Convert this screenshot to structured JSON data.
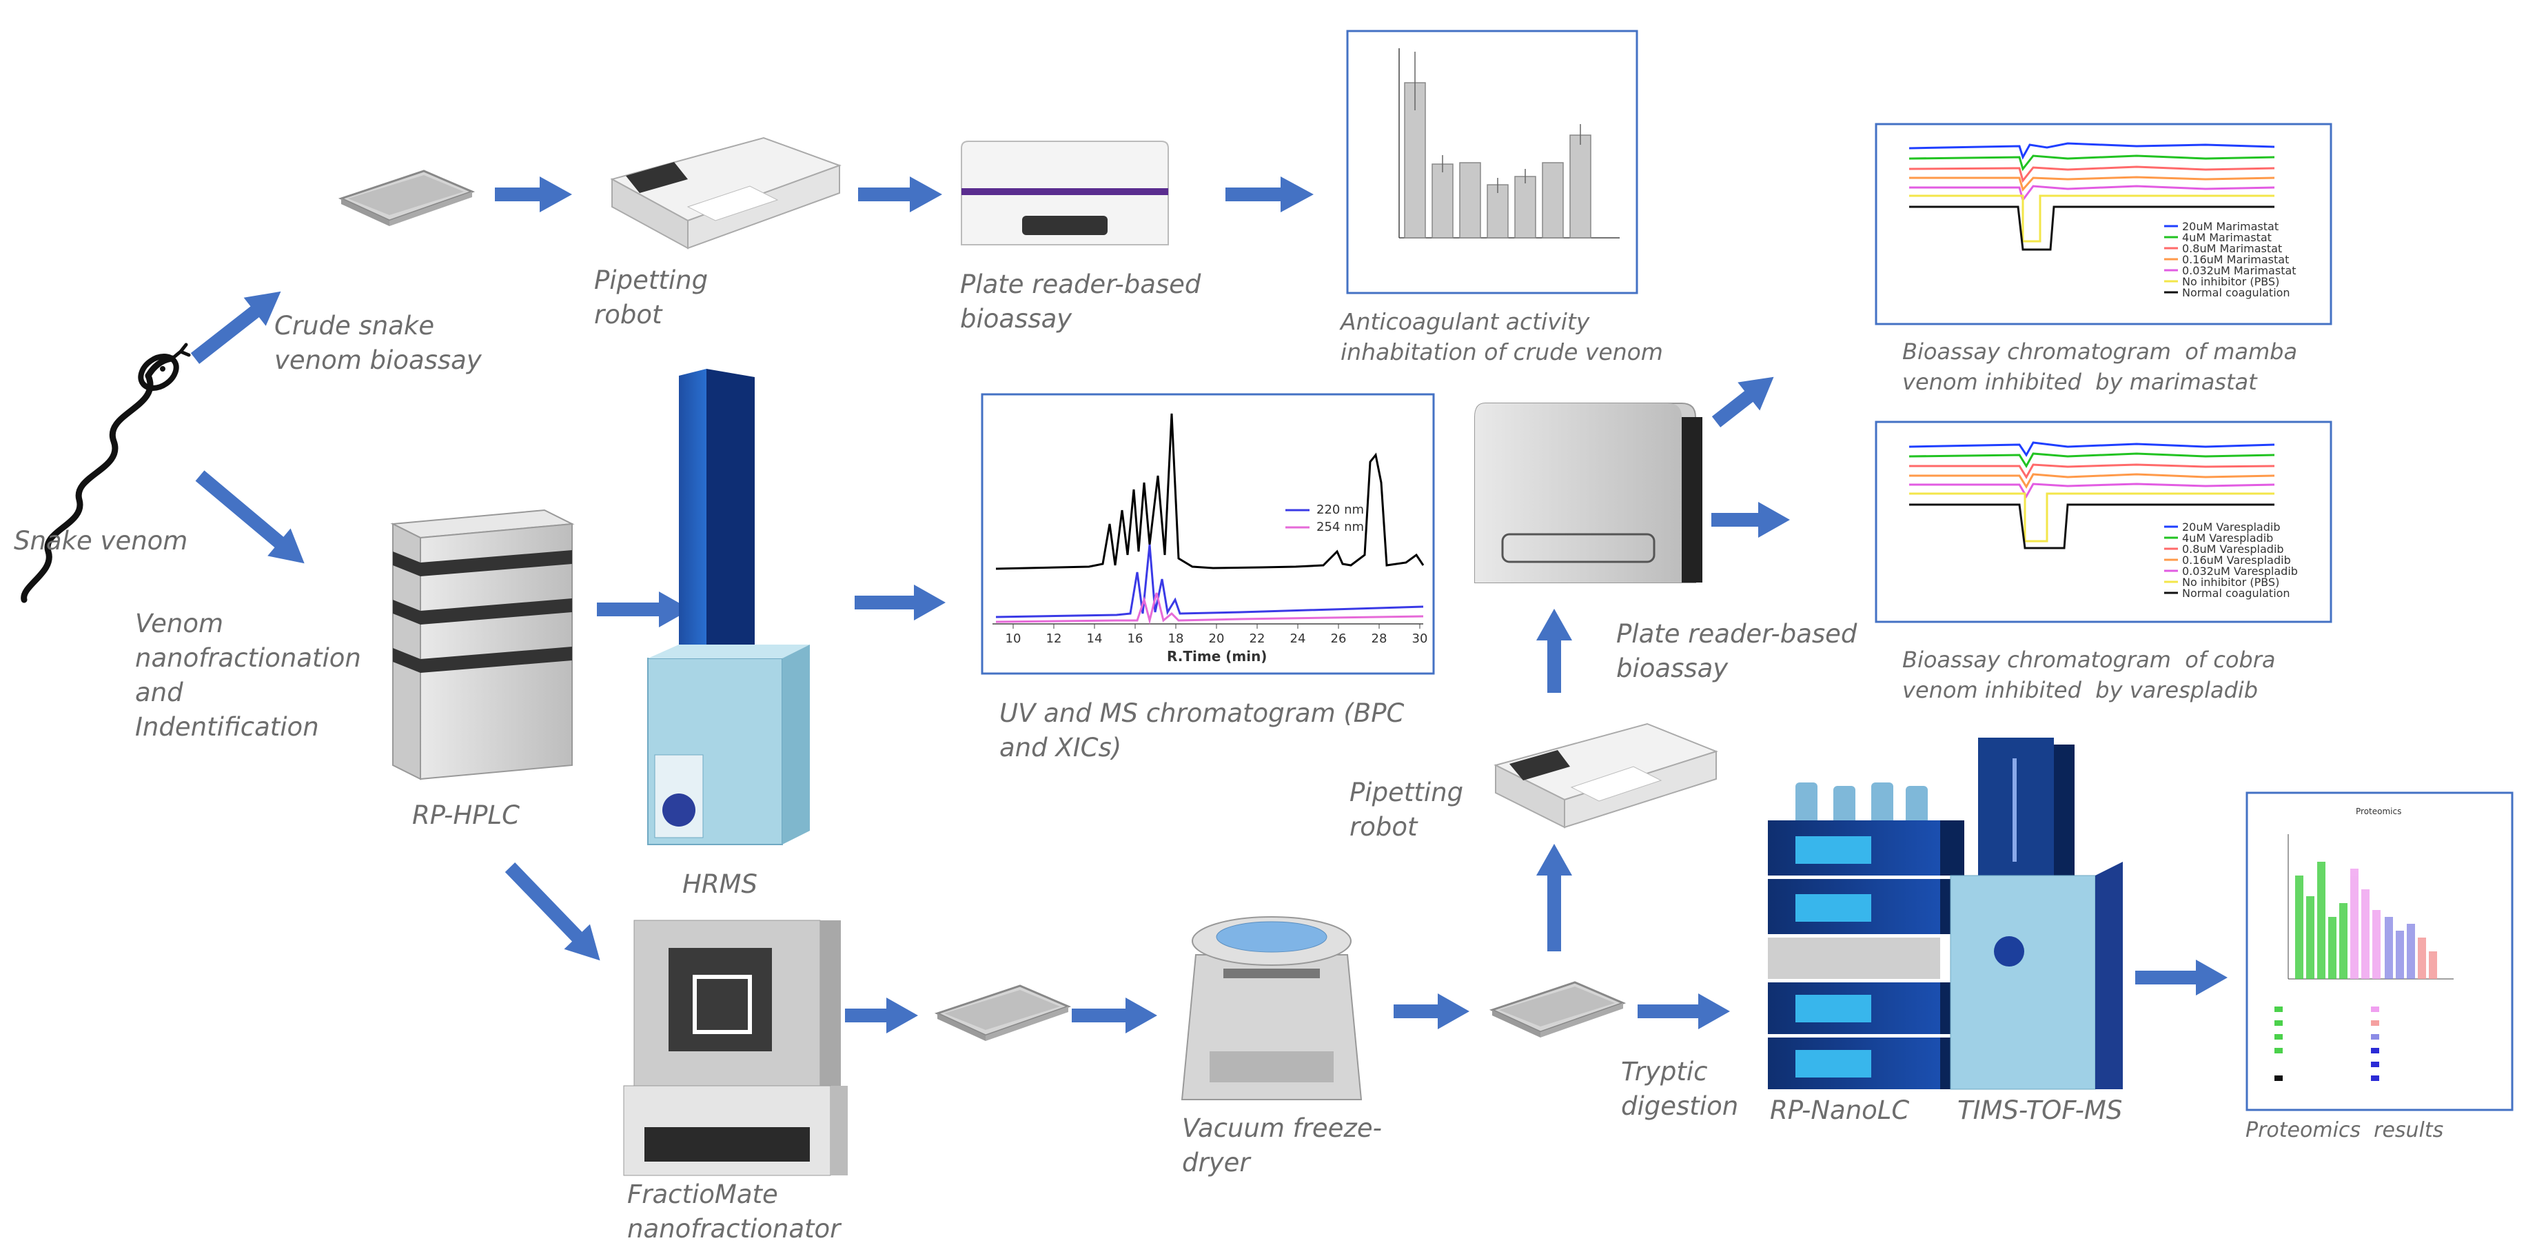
{
  "labels": {
    "snake_venom": "Snake venom",
    "crude_bioassay": "Crude snake\nvenom bioassay",
    "pipetting_robot_top": "Pipetting\nrobot",
    "plate_reader_top": "Plate reader-based\nbioassay",
    "anticoag": "Anticoagulant activity\ninhabitation of crude venom",
    "mamba": "Bioassay chromatogram  of mamba\nvenom inhibited  by marimastat",
    "cobra": "Bioassay chromatogram  of cobra\nvenom inhibited  by varespladib",
    "nanofrac": "Venom\nnanofractionation\nand\nIndentification",
    "rphplc": "RP-HPLC",
    "hrms": "HRMS",
    "uvms": "UV and MS chromatogram (BPC\nand XICs)",
    "plate_reader_mid": "Plate reader-based\nbioassay",
    "pipetting_robot_mid": "Pipetting\nrobot",
    "fractiomate": "FractioMate\nnanofractionator",
    "vacuum": "Vacuum freeze-\ndryer",
    "tryptic": "Tryptic\ndigestion",
    "rpnanolc": "RP-NanoLC",
    "timstof": "TIMS-TOF-MS",
    "proteomics": "Proteomics  results"
  },
  "uv_chart": {
    "legend": [
      "220 nm",
      "254 nm"
    ],
    "xlabel": "R.Time (min)",
    "xticks": [
      "10",
      "12",
      "14",
      "16",
      "18",
      "20",
      "22",
      "24",
      "26",
      "28",
      "30"
    ]
  },
  "mamba_legend": [
    "20uM Marimastat",
    "4uM Marimastat",
    "0.8uM Marimastat",
    "0.16uM Marimastat",
    "0.032uM Marimastat",
    "No inhibitor (PBS)",
    "Normal coagulation"
  ],
  "cobra_legend": [
    "20uM Varespladib",
    "4uM Varespladib",
    "0.8uM Varespladib",
    "0.16uM Varespladib",
    "0.032uM Varespladib",
    "No inhibitor (PBS)",
    "Normal coagulation"
  ],
  "proteomics_title": "Proteomics",
  "colors": {
    "arrow": "#4472c4",
    "box_border": "#4472c4",
    "label": "#6d6d6d",
    "uv_black": "#000000",
    "uv_220": "#3a3ae6",
    "uv_254": "#e66ad8",
    "series": [
      "#1f3fff",
      "#22c322",
      "#ff6a6a",
      "#ff9a4a",
      "#e25ce2",
      "#f3e64a",
      "#111111"
    ]
  }
}
